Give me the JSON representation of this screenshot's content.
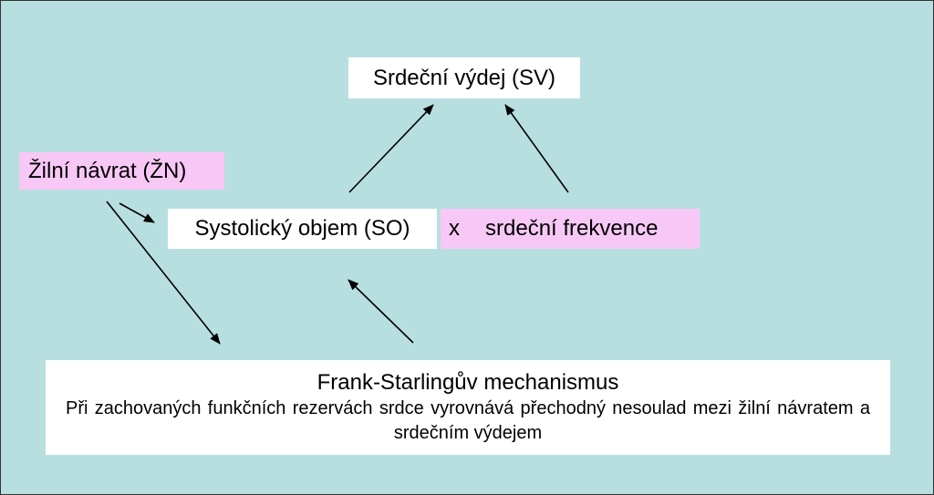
{
  "nodes": {
    "cardiac_output": "Srdeční výdej (SV)",
    "venous_return": "Žilní návrat (ŽN)",
    "stroke_volume": "Systolický objem (SO)",
    "multiply_sign": "x",
    "heart_rate": "srdeční frekvence",
    "frank_starling_title": "Frank-Starlingův mechanismus",
    "frank_starling_text": "Při zachovaných funkčních rezervách srdce vyrovnává přechodný nesoulad mezi žilní návratem a srdečním výdejem"
  },
  "colors": {
    "background": "#b8dfe0",
    "white_box": "#ffffff",
    "pink_box": "#f7c8f5",
    "arrow": "#000000"
  }
}
